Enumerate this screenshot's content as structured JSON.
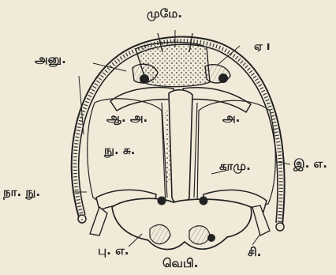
{
  "figure": {
    "labels": {
      "top": "முமே.",
      "upper_right": "ஏ ı",
      "upper_left": "அனு.",
      "mid_left": "ஆ. அ.",
      "mid_right": "அ.",
      "center_left": "நு. சு.",
      "center_right": "காமு.",
      "right_edge": "இ. எ.",
      "left_lower": "நா. நு.",
      "bottom_left": "பு. எ.",
      "bottom_right": "சி.",
      "bottom_center": "வெபி."
    }
  }
}
